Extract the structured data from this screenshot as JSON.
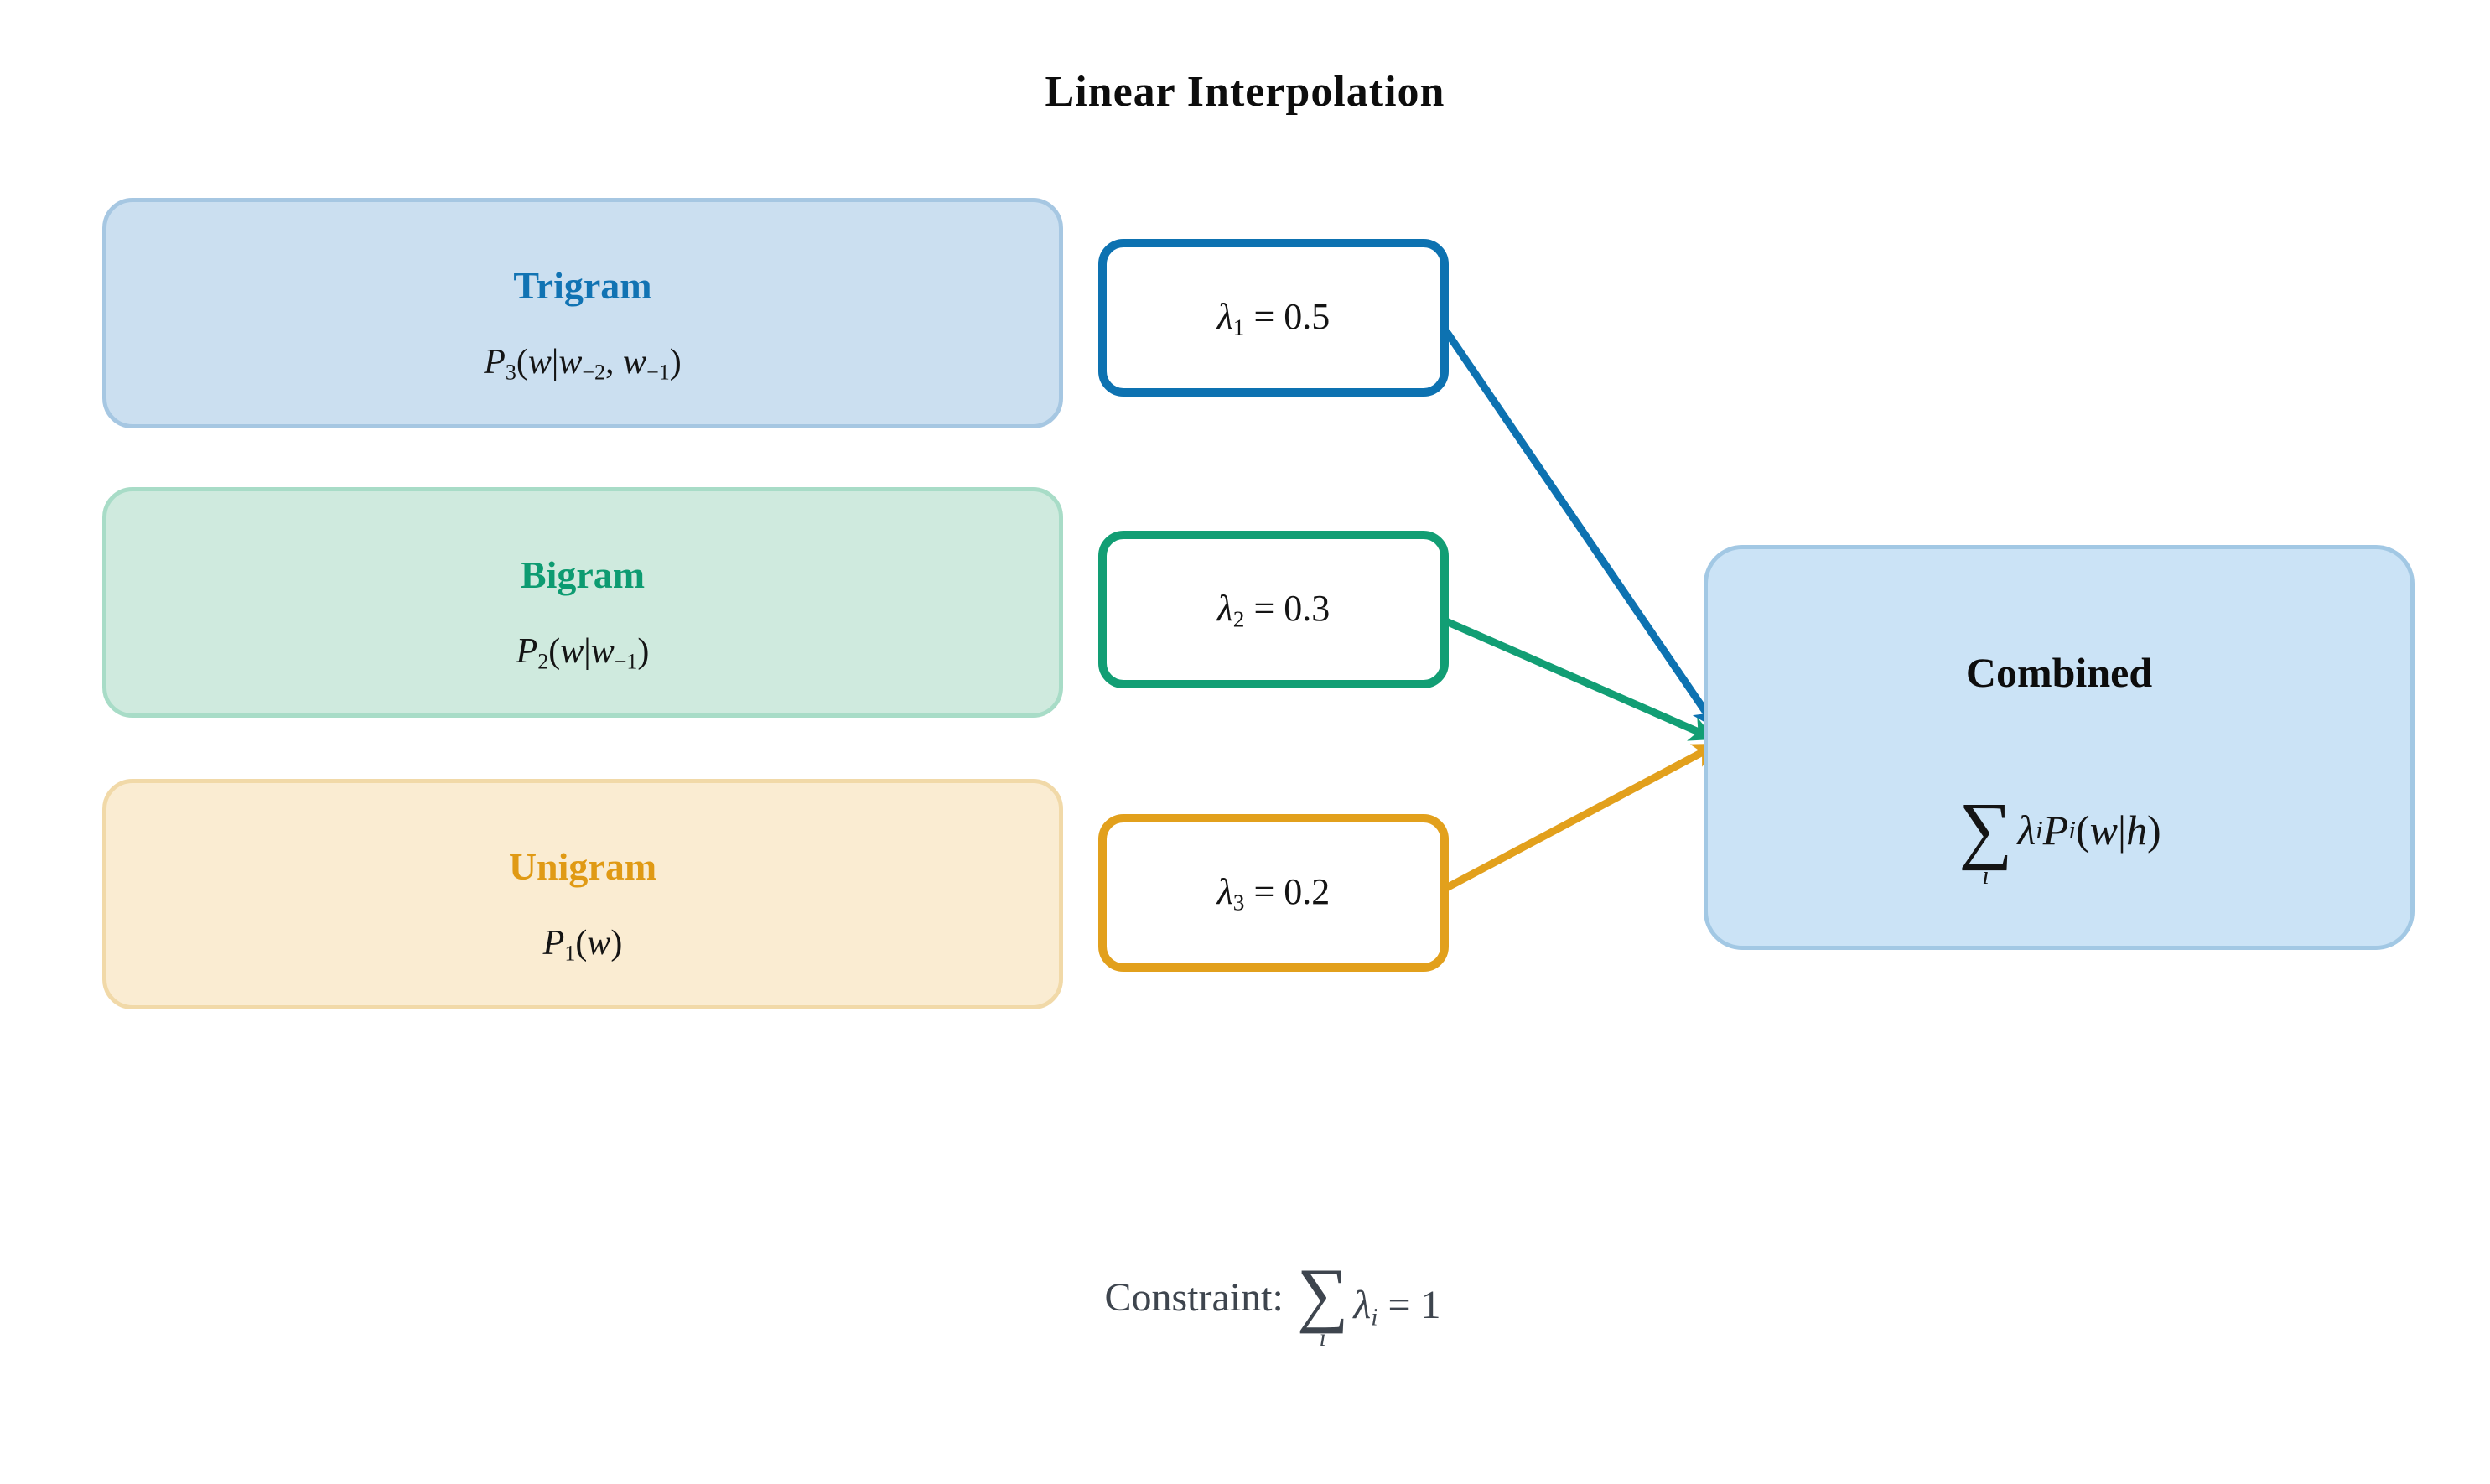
{
  "title": "Linear Interpolation",
  "background": "#ffffff",
  "models": [
    {
      "name": "Trigram",
      "accent": "#1173b3",
      "fill": "#cbdff0",
      "border": "#a6c7e2",
      "formula": [
        {
          "c": "v",
          "t": "P"
        },
        {
          "c": "s",
          "t": "3"
        },
        {
          "c": "r",
          "t": "("
        },
        {
          "c": "v",
          "t": "w"
        },
        {
          "c": "r",
          "t": "|"
        },
        {
          "c": "v",
          "t": "w"
        },
        {
          "c": "s",
          "t": "−2"
        },
        {
          "c": "r",
          "t": ", "
        },
        {
          "c": "v",
          "t": "w"
        },
        {
          "c": "s",
          "t": "−1"
        },
        {
          "c": "r",
          "t": ")"
        }
      ]
    },
    {
      "name": "Bigram",
      "accent": "#0d9b71",
      "fill": "#cfeade",
      "border": "#a8dcc7",
      "formula": [
        {
          "c": "v",
          "t": "P"
        },
        {
          "c": "s",
          "t": "2"
        },
        {
          "c": "r",
          "t": "("
        },
        {
          "c": "v",
          "t": "w"
        },
        {
          "c": "r",
          "t": "|"
        },
        {
          "c": "v",
          "t": "w"
        },
        {
          "c": "s",
          "t": "−1"
        },
        {
          "c": "r",
          "t": ")"
        }
      ]
    },
    {
      "name": "Unigram",
      "accent": "#e09a15",
      "fill": "#faecd2",
      "border": "#f1d9a8",
      "formula": [
        {
          "c": "v",
          "t": "P"
        },
        {
          "c": "s",
          "t": "1"
        },
        {
          "c": "r",
          "t": "("
        },
        {
          "c": "v",
          "t": "w"
        },
        {
          "c": "r",
          "t": ")"
        }
      ]
    }
  ],
  "weights": [
    {
      "name": "lambda-1",
      "color": "#0d72b1",
      "value": "0.5",
      "label": [
        {
          "c": "v",
          "t": "λ"
        },
        {
          "c": "s",
          "t": "1"
        },
        {
          "c": "r",
          "t": " = 0.5"
        }
      ]
    },
    {
      "name": "lambda-2",
      "color": "#129e74",
      "value": "0.3",
      "label": [
        {
          "c": "v",
          "t": "λ"
        },
        {
          "c": "s",
          "t": "2"
        },
        {
          "c": "r",
          "t": " = 0.3"
        }
      ]
    },
    {
      "name": "lambda-3",
      "color": "#e2a01c",
      "value": "0.2",
      "label": [
        {
          "c": "v",
          "t": "λ"
        },
        {
          "c": "s",
          "t": "3"
        },
        {
          "c": "r",
          "t": " = 0.2"
        }
      ]
    }
  ],
  "combined": {
    "name": "Combined",
    "fill": "#cbe3f6",
    "border": "#a2c8e4",
    "formula": [
      {
        "c": "sum",
        "t": "∑",
        "u": "i"
      },
      {
        "c": "v",
        "t": "λ"
      },
      {
        "c": "si",
        "t": "i"
      },
      {
        "c": "v",
        "t": "P"
      },
      {
        "c": "si",
        "t": "i"
      },
      {
        "c": "r",
        "t": "("
      },
      {
        "c": "v",
        "t": "w"
      },
      {
        "c": "r",
        "t": "|"
      },
      {
        "c": "v",
        "t": "h"
      },
      {
        "c": "r",
        "t": ")"
      }
    ]
  },
  "constraint": {
    "label": "Constraint: ",
    "color": "#3e454e",
    "formula": [
      {
        "c": "sum",
        "t": "∑",
        "u": "i"
      },
      {
        "c": "v",
        "t": "λ"
      },
      {
        "c": "si",
        "t": "i"
      },
      {
        "c": "r",
        "t": " = 1"
      }
    ]
  },
  "arrows": [
    {
      "name": "trigram-to-combined",
      "color": "#0d72b1"
    },
    {
      "name": "bigram-to-combined",
      "color": "#129e74"
    },
    {
      "name": "unigram-to-combined",
      "color": "#e2a01c"
    }
  ]
}
